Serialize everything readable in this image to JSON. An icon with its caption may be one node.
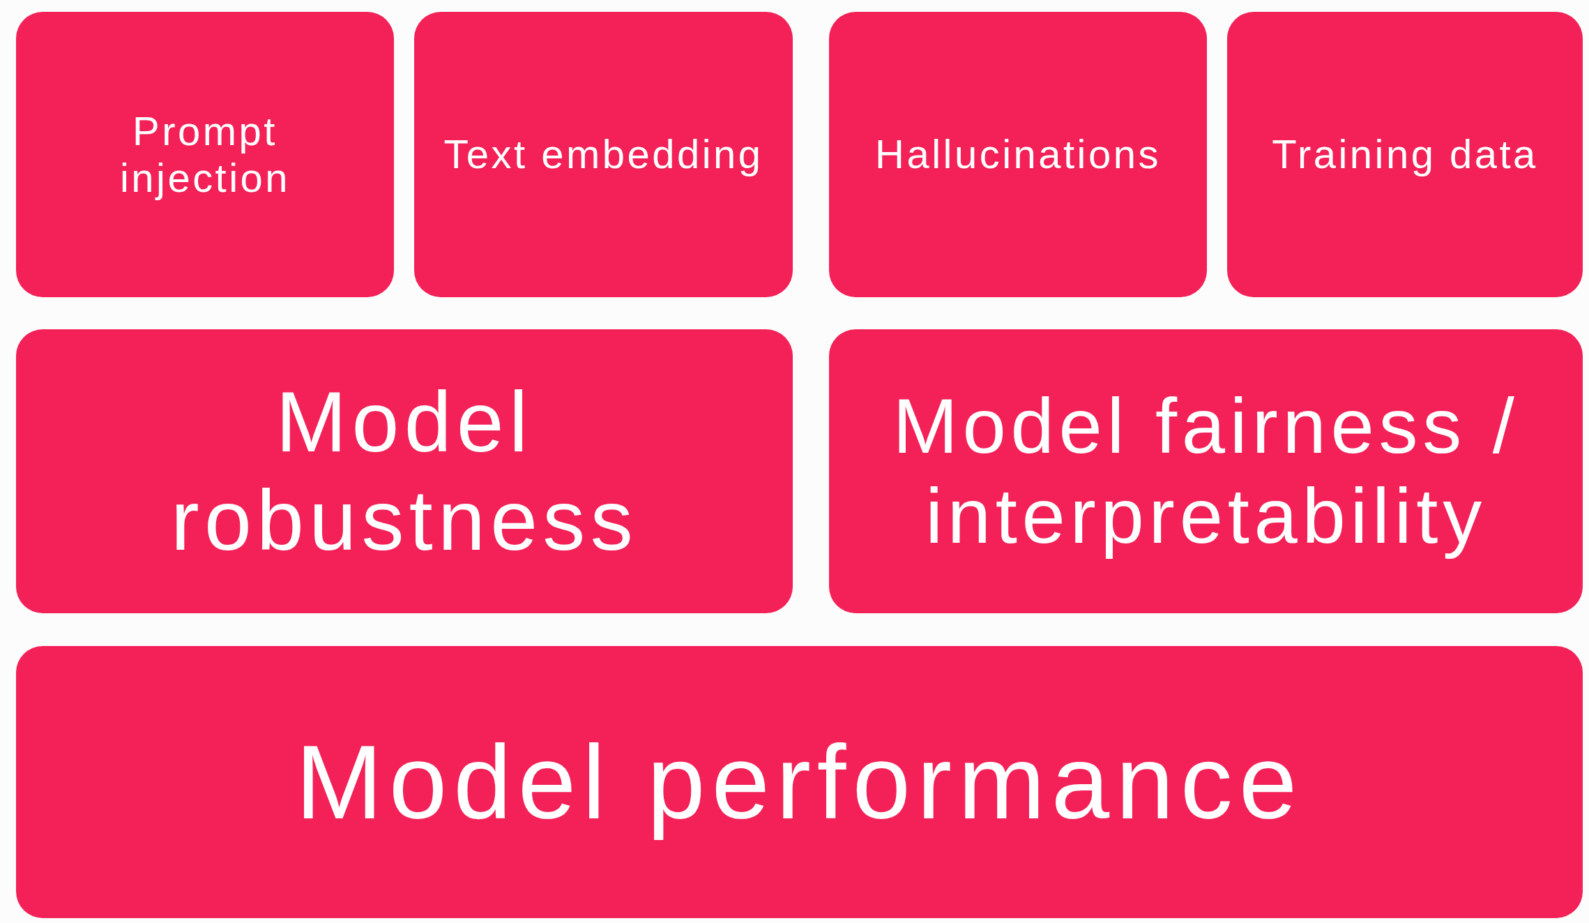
{
  "diagram": {
    "nodes": [
      {
        "text": [
          "Prompt injection"
        ]
      },
      {
        "text": [
          "Text embedding"
        ]
      },
      {
        "text": [
          "Hallucinations"
        ]
      },
      {
        "text": [
          "Training data"
        ]
      },
      {
        "text": [
          "Model robustness"
        ]
      },
      {
        "text": [
          "Model fairness / interpretability"
        ]
      },
      {
        "text": [
          "Model performance"
        ]
      }
    ]
  }
}
